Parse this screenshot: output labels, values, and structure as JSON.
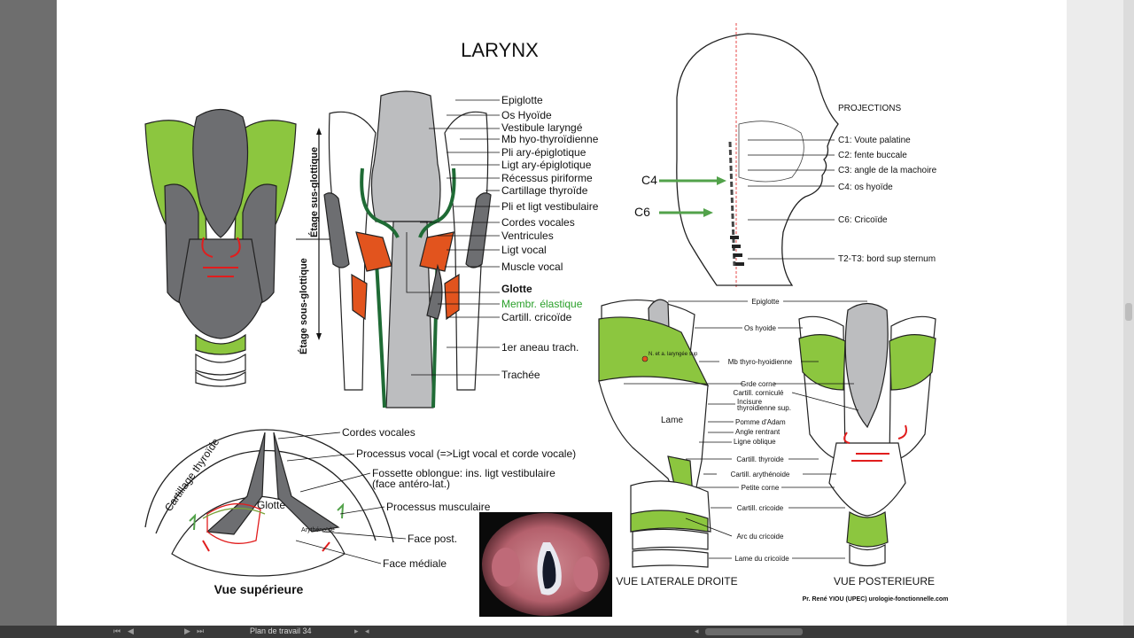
{
  "title": "LARYNX",
  "colors": {
    "cartilage_green": "#8cc63f",
    "cartilage_gray": "#6d6e71",
    "light_gray": "#bcbdbf",
    "muscle_orange": "#e2541e",
    "membrane_green": "#1f6b35",
    "arrow_red": "#e11d1d",
    "projection_green": "#52a24a"
  },
  "coronal": {
    "labels": [
      "Epiglotte",
      "Os Hyoïde",
      "Vestibule laryngé",
      "Mb hyo-thyroïdienne",
      "Pli ary-épiglotique",
      "Ligt ary-épiglotique",
      "Récessus piriforme",
      "Cartillage thyroïde",
      "Pli et ligt vestibulaire",
      "Cordes vocales",
      "Ventricules",
      "Ligt vocal",
      "Muscle vocal",
      "Glotte",
      "Membr. élastique",
      "Cartill. cricoïde",
      "1er aneau trach.",
      "Trachée"
    ],
    "stage_upper": "Étage sus-glottique",
    "stage_lower": "Étage sous-glottique"
  },
  "projections": {
    "title": "PROJECTIONS",
    "items": [
      "C1: Voute palatine",
      "C2: fente buccale",
      "C3: angle de la machoire",
      "C4: os hyoïde",
      "C6: Cricoïde",
      "T2-T3: bord sup sternum"
    ],
    "c4_label": "C4",
    "c6_label": "C6"
  },
  "superior": {
    "title": "Vue supérieure",
    "thyroid_label": "Cartillage thyroïde",
    "glotte_label": "Glotte",
    "arytenoid_label": "Arythénoïde",
    "labels": [
      "Cordes vocales",
      "Processus vocal (=>Ligt vocal et corde vocale)",
      "Fossette oblongue: ins. ligt vestibulaire",
      "(face antéro-lat.)",
      "Processus musculaire",
      "Face post.",
      "Face médiale"
    ]
  },
  "lateral": {
    "view_title": "VUE LATERALE DROITE",
    "post_title": "VUE POSTERIEURE",
    "nerve_label": "N. et a. laryngée sup",
    "lame_label": "Lame",
    "labels": [
      "Epiglotte",
      "Os hyoide",
      "Mb thyro-hyoidienne",
      "Grde corne",
      "Cartill. corniculé",
      "Incisure",
      "thyroidienne sup.",
      "Pomme d'Adam",
      "Angle rentrant",
      "Ligne oblique",
      "Cartill. thyroide",
      "Cartill. arythénoide",
      "Petite corne",
      "Cartill. cricoide",
      "Arc du cricoide",
      "Lame du cricoïde"
    ]
  },
  "credit": "Pr. René YIOU (UPEC) urologie-fonctionnelle.com",
  "statusbar": {
    "artboard_name": "Plan de travail 34"
  }
}
